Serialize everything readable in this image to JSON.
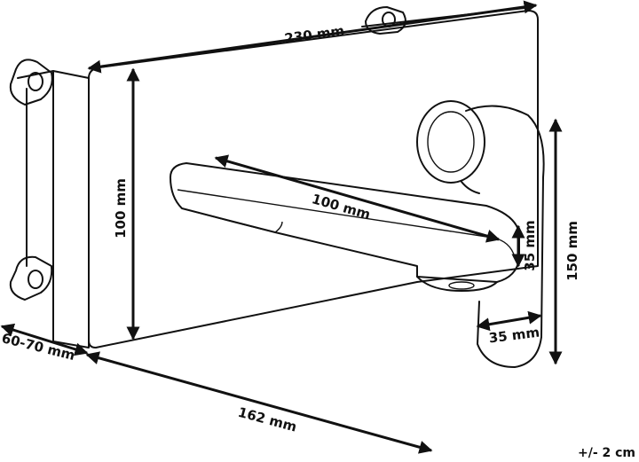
{
  "dimensions": {
    "width_plate": "230 mm",
    "height_plate": "100 mm",
    "spout_length": "100 mm",
    "spout_height": "35 mm",
    "handle_width": "35 mm",
    "total_height": "150 mm",
    "wall_depth": "60-70 mm",
    "total_depth": "162 mm"
  },
  "tolerance": "+/- 2 cm",
  "colors": {
    "ink": "#111111",
    "background": "#ffffff"
  }
}
